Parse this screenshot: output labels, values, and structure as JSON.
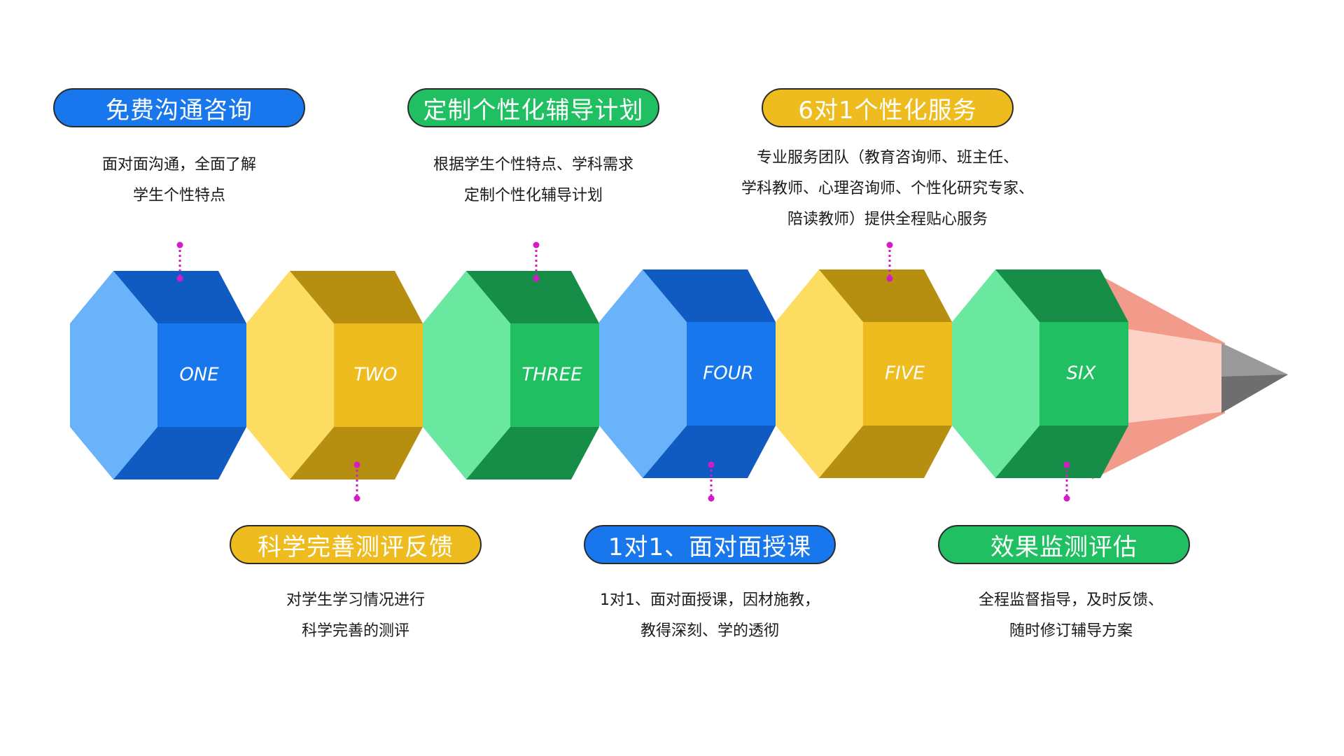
{
  "colors": {
    "blue": "#1877ec",
    "yellow": "#eebc1f",
    "green": "#1fbf62",
    "connector": "#d21bc9"
  },
  "segments": [
    {
      "label": "ONE",
      "color": "blue"
    },
    {
      "label": "TWO",
      "color": "yellow"
    },
    {
      "label": "THREE",
      "color": "green"
    },
    {
      "label": "FOUR",
      "color": "blue"
    },
    {
      "label": "FIVE",
      "color": "yellow"
    },
    {
      "label": "SIX",
      "color": "green"
    }
  ],
  "steps": [
    {
      "title": "免费沟通咨询",
      "color": "blue",
      "lines": [
        "面对面沟通，全面了解",
        "学生个性特点"
      ]
    },
    {
      "title": "科学完善测评反馈",
      "color": "yellow",
      "lines": [
        "对学生学习情况进行",
        "科学完善的测评"
      ]
    },
    {
      "title": "定制个性化辅导计划",
      "color": "green",
      "lines": [
        "根据学生个性特点、学科需求",
        "定制个性化辅导计划"
      ]
    },
    {
      "title": "1对1、面对面授课",
      "color": "blue",
      "lines": [
        "1对1、面对面授课，因材施教，",
        "教得深刻、学的透彻"
      ]
    },
    {
      "title": "6对1个性化服务",
      "color": "yellow",
      "lines": [
        "专业服务团队（教育咨询师、班主任、",
        "学科教师、心理咨询师、个性化研究专家、",
        "陪读教师）提供全程贴心服务"
      ]
    },
    {
      "title": "效果监测评估",
      "color": "green",
      "lines": [
        "全程监督指导，及时反馈、",
        "随时修订辅导方案"
      ]
    }
  ]
}
